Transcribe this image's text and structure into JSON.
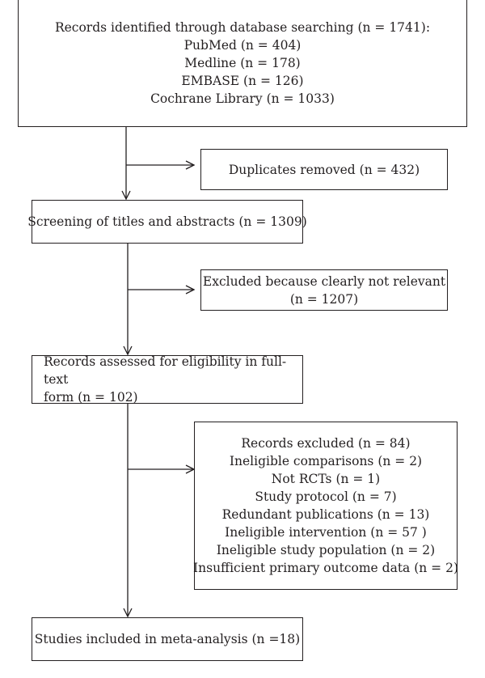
{
  "flow": {
    "identified": {
      "lines": [
        "Records identified through database searching (n = 1741):",
        "PubMed (n = 404)",
        "Medline (n = 178)",
        "EMBASE (n = 126)",
        "Cochrane Library (n = 1033)"
      ]
    },
    "duplicates": {
      "lines": [
        "Duplicates removed (n = 432)"
      ]
    },
    "screening": {
      "lines": [
        "Screening of titles and abstracts (n = 1309)"
      ]
    },
    "excluded_not_relevant": {
      "lines": [
        "Excluded because clearly not relevant",
        "(n = 1207)"
      ]
    },
    "eligibility": {
      "lines": [
        "Records assessed for eligibility in full-text",
        "form (n = 102)"
      ]
    },
    "records_excluded": {
      "lines": [
        "Records excluded (n = 84)",
        "Ineligible comparisons (n = 2)",
        "Not RCTs (n = 1)",
        "Study protocol (n = 7)",
        "Redundant publications (n = 13)",
        "Ineligible intervention (n = 57 )",
        "Ineligible study population (n = 2)",
        "Insufficient primary outcome data (n = 2)"
      ]
    },
    "included": {
      "lines": [
        "Studies included in meta-analysis (n =18)"
      ]
    }
  }
}
